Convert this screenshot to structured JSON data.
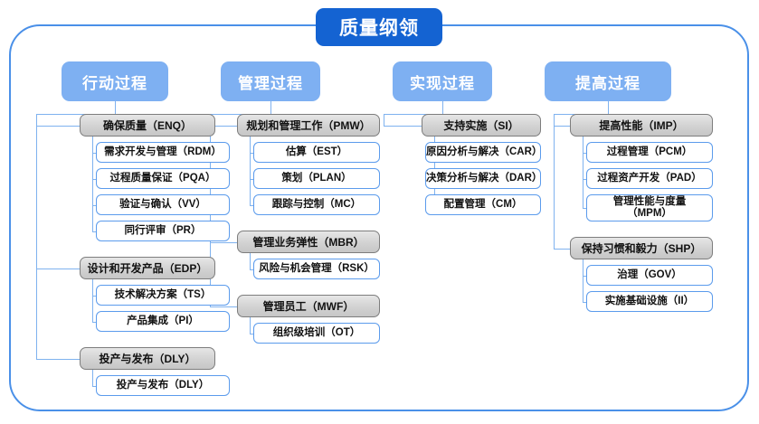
{
  "diagram": {
    "type": "tree",
    "title": "质量纲领",
    "frame_color": "#4a90e8",
    "title_color": "#1463d2",
    "column_header_color": "#7eb0f2",
    "group_box_color": "#d2d2d2",
    "leaf_box_border_color": "#5b9bec",
    "connector_color": "#7fb2ef",
    "columns": [
      {
        "header": "行动过程",
        "groups": [
          {
            "label": "确保质量（ENQ）",
            "items": [
              "需求开发与管理（RDM）",
              "过程质量保证（PQA）",
              "验证与确认（VV）",
              "同行评审（PR）"
            ]
          },
          {
            "label": "设计和开发产品（EDP）",
            "items": [
              "技术解决方案（TS）",
              "产品集成（PI）"
            ]
          },
          {
            "label": "投产与发布（DLY）",
            "items": [
              "投产与发布（DLY）"
            ]
          }
        ]
      },
      {
        "header": "管理过程",
        "groups": [
          {
            "label": "规划和管理工作（PMW）",
            "items": [
              "估算（EST）",
              "策划（PLAN）",
              "跟踪与控制（MC）"
            ]
          },
          {
            "label": "管理业务弹性（MBR）",
            "items": [
              "风险与机会管理（RSK）"
            ]
          },
          {
            "label": "管理员工（MWF）",
            "items": [
              "组织级培训（OT）"
            ]
          }
        ]
      },
      {
        "header": "实现过程",
        "groups": [
          {
            "label": "支持实施（SI）",
            "items": [
              "原因分析与解决（CAR）",
              "决策分析与解决（DAR）",
              "配置管理（CM）"
            ]
          }
        ]
      },
      {
        "header": "提高过程",
        "groups": [
          {
            "label": "提高性能（IMP）",
            "items": [
              "过程管理（PCM）",
              "过程资产开发（PAD）",
              "管理性能与度量\n（MPM）"
            ]
          },
          {
            "label": "保持习惯和毅力（SHP）",
            "items": [
              "治理（GOV）",
              "实施基础设施（II）"
            ]
          }
        ]
      }
    ]
  }
}
